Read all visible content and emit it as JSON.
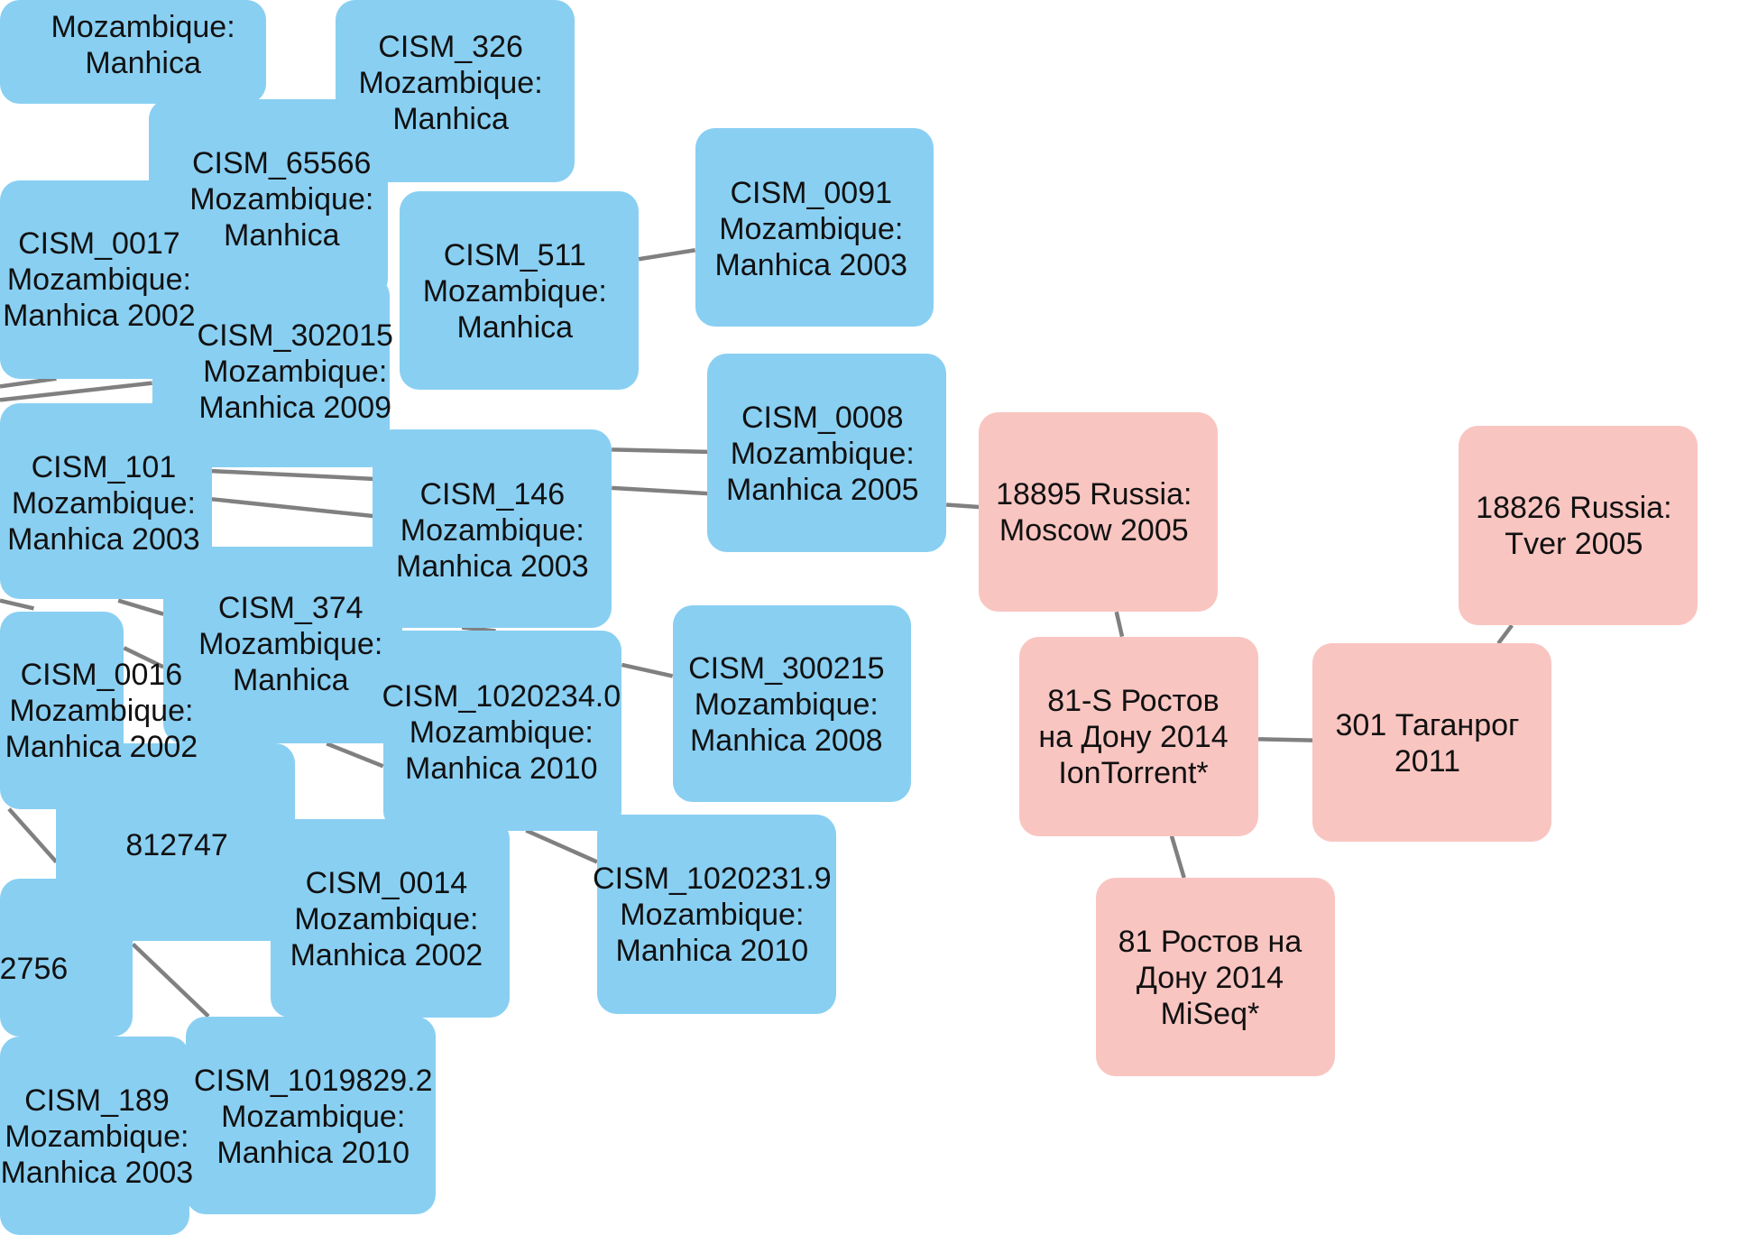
{
  "colors": {
    "mozambique": "#89cff2",
    "russia": "#f9c5c1",
    "edge": "#808080"
  },
  "nodes": [
    {
      "id": "n_topleft",
      "group": "mozambique",
      "lines": [
        "Mozambique:",
        "Manhica"
      ]
    },
    {
      "id": "n_65566",
      "group": "mozambique",
      "lines": [
        "CISM_65566",
        "Mozambique:",
        "Manhica"
      ]
    },
    {
      "id": "n_0017",
      "group": "mozambique",
      "lines": [
        "CISM_0017",
        "Mozambique:",
        "Manhica 2002"
      ]
    },
    {
      "id": "n_326",
      "group": "mozambique",
      "lines": [
        "CISM_326",
        "Mozambique:",
        "Manhica"
      ]
    },
    {
      "id": "n_302015",
      "group": "mozambique",
      "lines": [
        "CISM_302015",
        "Mozambique:",
        "Manhica 2009"
      ]
    },
    {
      "id": "n_511",
      "group": "mozambique",
      "lines": [
        "CISM_511",
        "Mozambique:",
        "Manhica"
      ]
    },
    {
      "id": "n_0091",
      "group": "mozambique",
      "lines": [
        "CISM_0091",
        "Mozambique:",
        "Manhica 2003"
      ]
    },
    {
      "id": "n_101",
      "group": "mozambique",
      "lines": [
        "CISM_101",
        "Mozambique:",
        "Manhica 2003"
      ]
    },
    {
      "id": "n_0008",
      "group": "mozambique",
      "lines": [
        "CISM_0008",
        "Mozambique:",
        "Manhica 2005"
      ]
    },
    {
      "id": "n_146",
      "group": "mozambique",
      "lines": [
        "CISM_146",
        "Mozambique:",
        "Manhica 2003"
      ]
    },
    {
      "id": "n_0016",
      "group": "mozambique",
      "lines": [
        "CISM_0016",
        "Mozambique:",
        "Manhica 2002"
      ]
    },
    {
      "id": "n_374",
      "group": "mozambique",
      "lines": [
        "CISM_374",
        "Mozambique:",
        "Manhica"
      ]
    },
    {
      "id": "n_1020234",
      "group": "mozambique",
      "lines": [
        "CISM_1020234.0",
        "Mozambique:",
        "Manhica 2010"
      ]
    },
    {
      "id": "n_300215",
      "group": "mozambique",
      "lines": [
        "CISM_300215",
        "Mozambique:",
        "Manhica 2008"
      ]
    },
    {
      "id": "n_812747",
      "group": "mozambique",
      "lines": [
        "812747"
      ]
    },
    {
      "id": "n_2756",
      "group": "mozambique",
      "lines": [
        "2756"
      ]
    },
    {
      "id": "n_0014",
      "group": "mozambique",
      "lines": [
        "CISM_0014",
        "Mozambique:",
        "Manhica 2002"
      ]
    },
    {
      "id": "n_1020231",
      "group": "mozambique",
      "lines": [
        "CISM_1020231.9",
        "Mozambique:",
        "Manhica 2010"
      ]
    },
    {
      "id": "n_189",
      "group": "mozambique",
      "lines": [
        "CISM_189",
        "Mozambique:",
        "Manhica 2003"
      ]
    },
    {
      "id": "n_1019829",
      "group": "mozambique",
      "lines": [
        "CISM_1019829.2",
        "Mozambique:",
        "Manhica 2010"
      ]
    },
    {
      "id": "n_18895",
      "group": "russia",
      "lines": [
        "18895 Russia:",
        "Moscow 2005"
      ]
    },
    {
      "id": "n_18826",
      "group": "russia",
      "lines": [
        "18826 Russia:",
        "Tver 2005"
      ]
    },
    {
      "id": "n_81s",
      "group": "russia",
      "lines": [
        "81-S Ростов",
        "на Дону 2014",
        "IonTorrent*"
      ]
    },
    {
      "id": "n_301",
      "group": "russia",
      "lines": [
        "301 Таганрог",
        "2011"
      ]
    },
    {
      "id": "n_81",
      "group": "russia",
      "lines": [
        "81 Ростов на",
        "Дону 2014",
        "MiSeq*"
      ]
    }
  ],
  "edges": [
    [
      "n_511",
      "n_0091"
    ],
    [
      "n_0008",
      "n_18895"
    ],
    [
      "n_146",
      "n_0008"
    ],
    [
      "n_302015",
      "n_0008"
    ],
    [
      "n_18895",
      "n_81s"
    ],
    [
      "n_81s",
      "n_301"
    ],
    [
      "n_301",
      "n_18826"
    ],
    [
      "n_81s",
      "n_81"
    ],
    [
      "n_1020234",
      "n_300215"
    ],
    [
      "n_1020234",
      "n_1020231"
    ],
    [
      "n_0017",
      "n_302015"
    ],
    [
      "n_101",
      "n_146"
    ],
    [
      "n_0016",
      "n_374"
    ],
    [
      "n_374",
      "n_1020234"
    ],
    [
      "n_2756",
      "n_1019829"
    ]
  ]
}
